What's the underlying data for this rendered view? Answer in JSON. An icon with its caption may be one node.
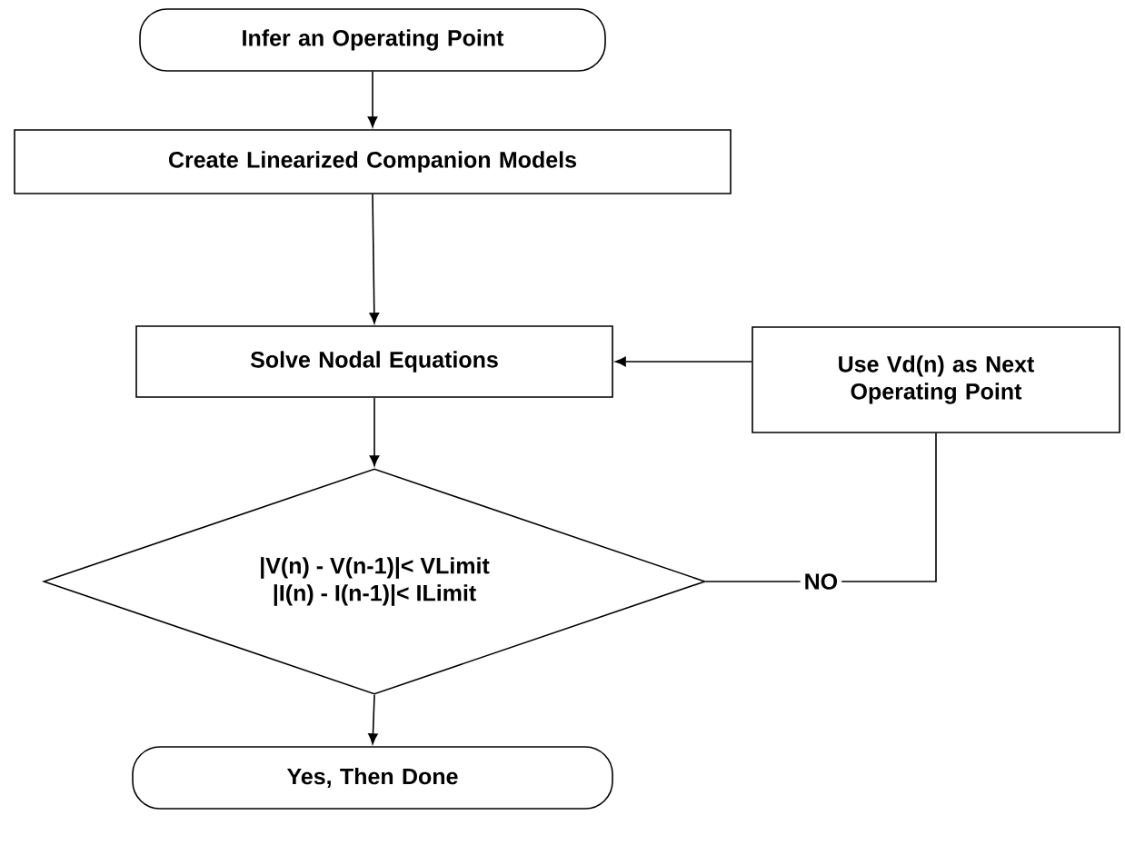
{
  "diagram": {
    "nodes": [
      {
        "text": [
          "Infer an Operating Point"
        ]
      },
      {
        "text": [
          "Create Linearized Companion Models"
        ]
      },
      {
        "text": [
          "Solve Nodal Equations"
        ]
      },
      {
        "text": [
          "|V(n) - V(n-1)|< VLimit",
          "|I(n) - I(n-1)|< ILimit"
        ]
      },
      {
        "text": [
          "Use Vd(n) as Next Operating Point"
        ]
      },
      {
        "text": [
          "Yes, Then Done"
        ]
      }
    ],
    "edges": [
      {
        "from": 0,
        "to": 1,
        "arrow": "to"
      },
      {
        "from": 1,
        "to": 2,
        "arrow": "to"
      },
      {
        "from": 2,
        "to": 3,
        "arrow": "to"
      },
      {
        "from": 3,
        "to": 4,
        "arrow": "none",
        "label": "NO"
      },
      {
        "from": 4,
        "to": 2,
        "arrow": "to"
      },
      {
        "from": 3,
        "to": 5,
        "arrow": "to"
      }
    ]
  }
}
